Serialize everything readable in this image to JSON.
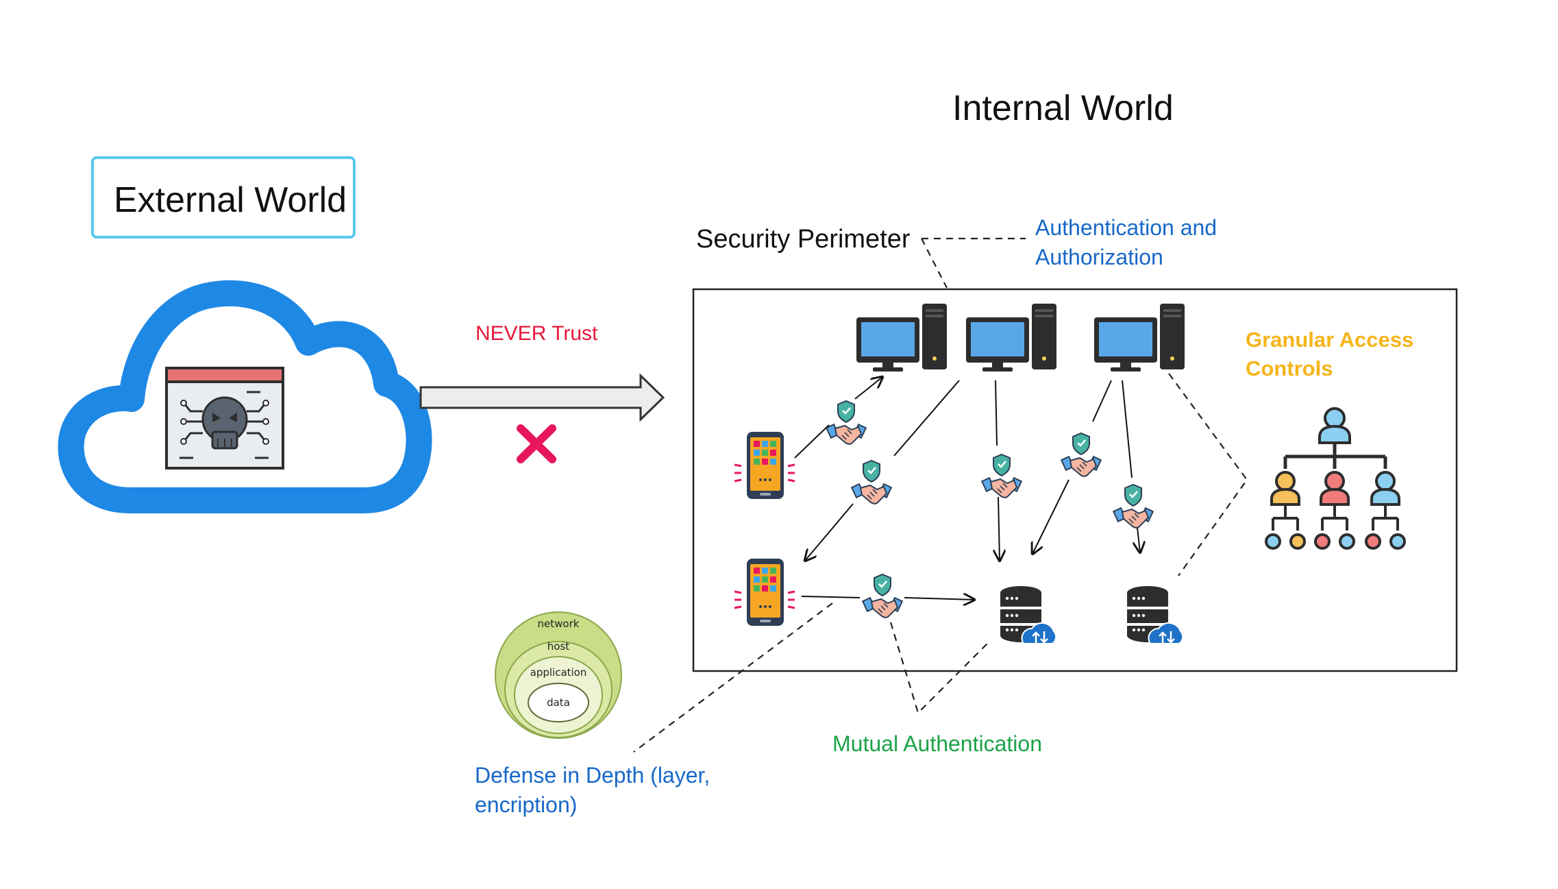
{
  "internal_world_title": "Internal World",
  "external_world_label": "External World",
  "never_trust_label": "NEVER Trust",
  "security_perimeter_label": "Security Perimeter",
  "auth_label": "Authentication and Authorization",
  "granular_label": "Granular Access Controls",
  "mutual_auth_label": "Mutual Authentication",
  "defense_label": "Defense in Depth (layer, encription)",
  "layers": [
    "network",
    "host",
    "application",
    "data"
  ],
  "colors": {
    "cloud": "#1e88e5",
    "blocked_x": "#e8175d",
    "never_trust": "#e8173a",
    "auth_text": "#1768c8",
    "granular_text": "#f6b41a",
    "mutual_text": "#1ba34a",
    "monitor_screen": "#5aa7e8",
    "phone_body": "#f6a623",
    "layer_fill": "#c9dc86"
  },
  "icons": [
    "cloud-icon",
    "malware-window-icon",
    "blocked-x-icon",
    "desktop-computer-icon",
    "smartphone-icon",
    "secure-handshake-icon",
    "cloud-database-icon",
    "org-hierarchy-icon"
  ]
}
